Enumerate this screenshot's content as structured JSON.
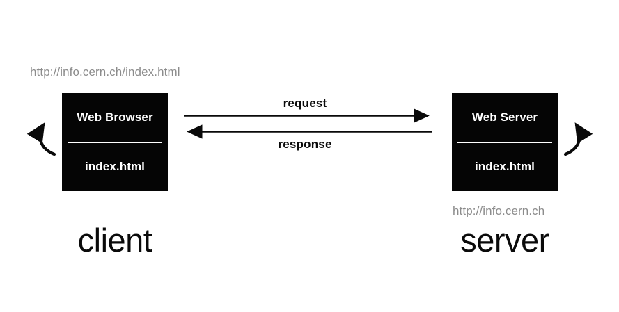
{
  "diagram": {
    "title": "client-server http request response",
    "background_color": "#ffffff",
    "box_color": "#050505",
    "box_text_color": "#ffffff",
    "url_text_color": "#8c8c8c",
    "arrow_color": "#0a0a0a"
  },
  "client": {
    "url": "http://info.cern.ch/index.html",
    "box_top_label": "Web Browser",
    "box_bottom_label": "index.html",
    "role_label": "client"
  },
  "server": {
    "url": "http://info.cern.ch",
    "box_top_label": "Web Server",
    "box_bottom_label": "index.html",
    "role_label": "server"
  },
  "messages": {
    "request_label": "request",
    "response_label": "response"
  },
  "icons": {
    "request_arrow": "arrow-right-icon",
    "response_arrow": "arrow-left-icon",
    "client_loop_arrow": "curved-arrow-up-icon",
    "server_loop_arrow": "curved-arrow-up-icon"
  }
}
